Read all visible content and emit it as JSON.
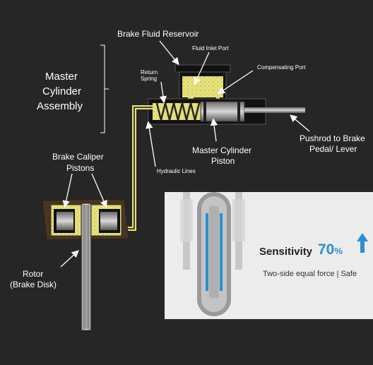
{
  "diagram": {
    "labels": {
      "reservoir": "Brake Fluid Reservoir",
      "inlet_port": "Fluid Inlet Port",
      "compensating_port": "Compensating Port",
      "return_spring_1": "Return",
      "return_spring_2": "Spring",
      "assembly_1": "Master",
      "assembly_2": "Cylinder",
      "assembly_3": "Assembly",
      "pushrod_1": "Pushrod to Brake",
      "pushrod_2": "Pedal/ Lever",
      "mc_piston_1": "Master Cylinder",
      "mc_piston_2": "Piston",
      "hydraulic_lines": "Hydraulic Lines",
      "caliper_1": "Brake Caliper",
      "caliper_2": "Pistons",
      "rotor_1": "Rotor",
      "rotor_2": "(Brake Disk)"
    }
  },
  "panel": {
    "sensitivity_label": "Sensitivity",
    "sensitivity_value": "70",
    "sensitivity_unit": "%",
    "subtitle": "Two-side equal force | Safe"
  },
  "colors": {
    "background": "#262626",
    "fluid": "#e6e17a",
    "accent_blue": "#2b8fd4"
  }
}
